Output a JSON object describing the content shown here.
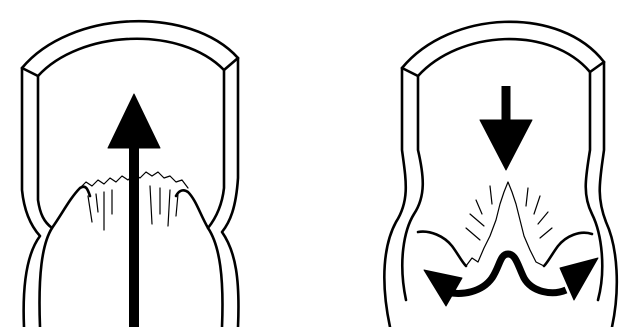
{
  "figure": {
    "panels": [
      {
        "id": "left",
        "description_label": "",
        "flow": "upward"
      },
      {
        "id": "right",
        "description_label": "",
        "flow": "downward-with-backflow"
      }
    ],
    "colors": {
      "background": "#ffffff",
      "ink": "#000000"
    }
  }
}
